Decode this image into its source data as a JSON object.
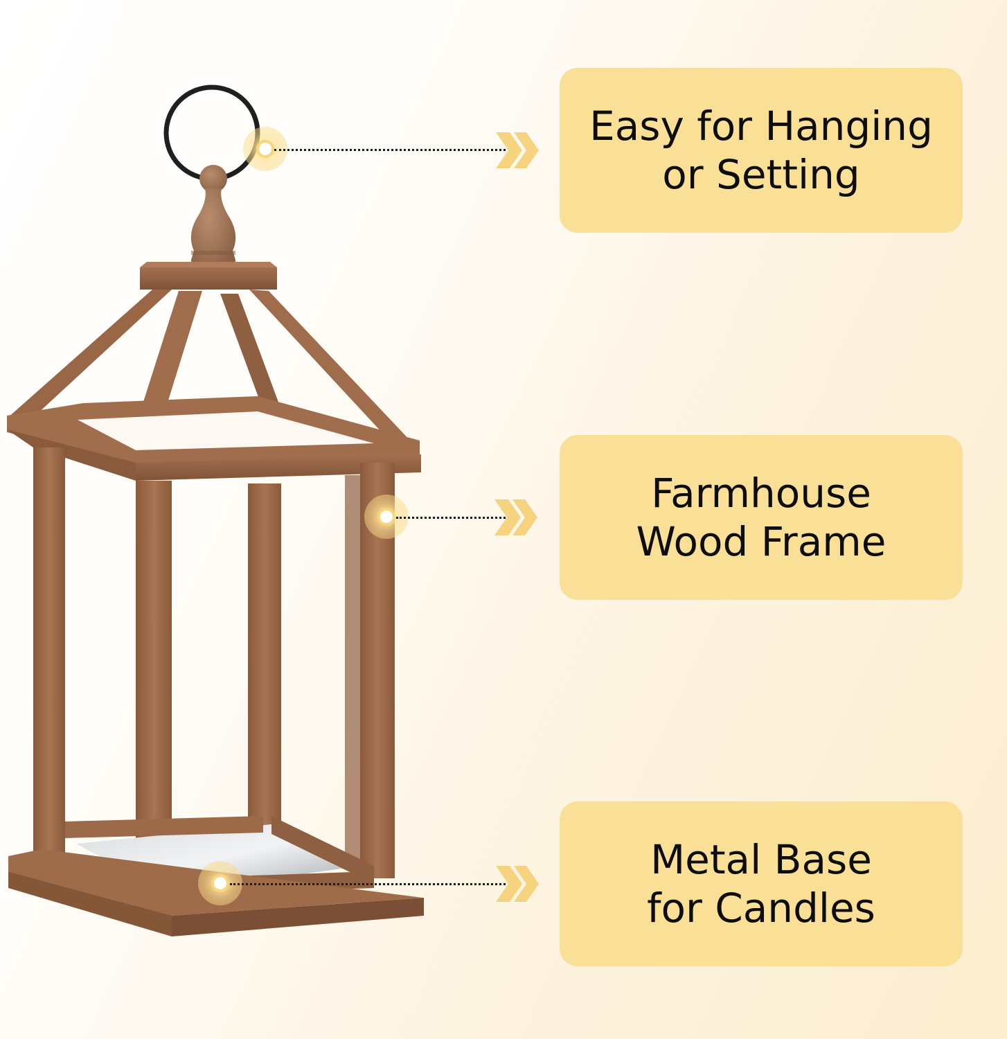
{
  "product": {
    "name": "Wooden lantern",
    "colors": {
      "card_bg": "#fadf97",
      "chevron": "#f6d37e",
      "wood": "#9c6a48",
      "wood_dark": "#7e5238",
      "ring": "#1f1f1f",
      "background_right": "#fcedce"
    }
  },
  "features": [
    {
      "line1": "Easy for Hanging",
      "line2": "or Setting",
      "icon": "chevron-double-right-icon",
      "target": "hanging-ring"
    },
    {
      "line1": "Farmhouse",
      "line2": "Wood Frame",
      "icon": "chevron-double-right-icon",
      "target": "wood-frame-post"
    },
    {
      "line1": "Metal Base",
      "line2": "for Candles",
      "icon": "chevron-double-right-icon",
      "target": "metal-base"
    }
  ]
}
